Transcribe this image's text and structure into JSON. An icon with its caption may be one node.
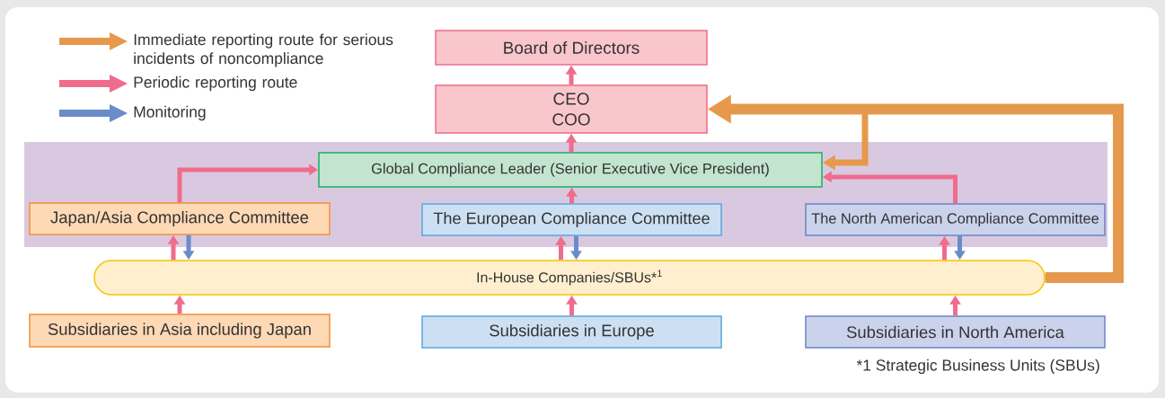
{
  "diagram": {
    "nodes": [
      {
        "text": [
          "Board of Directors"
        ]
      },
      {
        "text": [
          "CEO",
          "COO"
        ]
      },
      {
        "text": [],
        "shape": "box"
      },
      {
        "text": [
          "Global Compliance Leader (Senior Executive Vice President)"
        ],
        "in": 2
      },
      {
        "text": [
          "Japan/Asia Compliance Committee"
        ],
        "in": 2
      },
      {
        "text": [
          "The European Compliance Committee"
        ],
        "in": 2
      },
      {
        "text": [
          "The North American Compliance Committee"
        ],
        "in": 2
      },
      {
        "text": [
          "In-House Companies/SBUs*$^{1}$"
        ]
      },
      {
        "text": [
          "Subsidiaries in Asia including Japan"
        ]
      },
      {
        "text": [
          "Subsidiaries in Europe"
        ]
      },
      {
        "text": [
          "Subsidiaries in North America"
        ]
      }
    ],
    "edges": [
      {
        "from": 1,
        "to": 0,
        "arrow": "to"
      },
      {
        "from": 3,
        "to": 1,
        "arrow": "to"
      },
      {
        "from": 4,
        "to": 3,
        "arrow": "to"
      },
      {
        "from": 5,
        "to": 3,
        "arrow": "to"
      },
      {
        "from": 6,
        "to": 3,
        "arrow": "to"
      },
      {
        "from": 7,
        "to": 4,
        "arrow": "to"
      },
      {
        "from": 4,
        "to": 7,
        "arrow": "to",
        "color": "#6b8cc8"
      },
      {
        "from": 7,
        "to": 5,
        "arrow": "to"
      },
      {
        "from": 5,
        "to": 7,
        "arrow": "to",
        "color": "#6b8cc8"
      },
      {
        "from": 7,
        "to": 6,
        "arrow": "to"
      },
      {
        "from": 6,
        "to": 7,
        "arrow": "to",
        "color": "#6b8cc8"
      },
      {
        "from": 8,
        "to": 7,
        "arrow": "to"
      },
      {
        "from": 9,
        "to": 7,
        "arrow": "to"
      },
      {
        "from": 10,
        "to": 7,
        "arrow": "to"
      },
      {
        "from": 7,
        "to": 3,
        "arrow": "to",
        "color": "#e6994c"
      },
      {
        "from": 7,
        "to": 1,
        "arrow": "to",
        "style": "thick",
        "color": "#e6994c"
      }
    ],
    "labels": [
      "*1 Strategic Business Units (SBUs)"
    ],
    "legend": [
      {
        "text": "Immediate reporting route for serious incidents of noncompliance",
        "color": "#e6994c"
      },
      {
        "text": "Periodic reporting route",
        "color": "#f06c8c"
      },
      {
        "text": "Monitoring",
        "color": "#6b8cc8"
      }
    ]
  }
}
